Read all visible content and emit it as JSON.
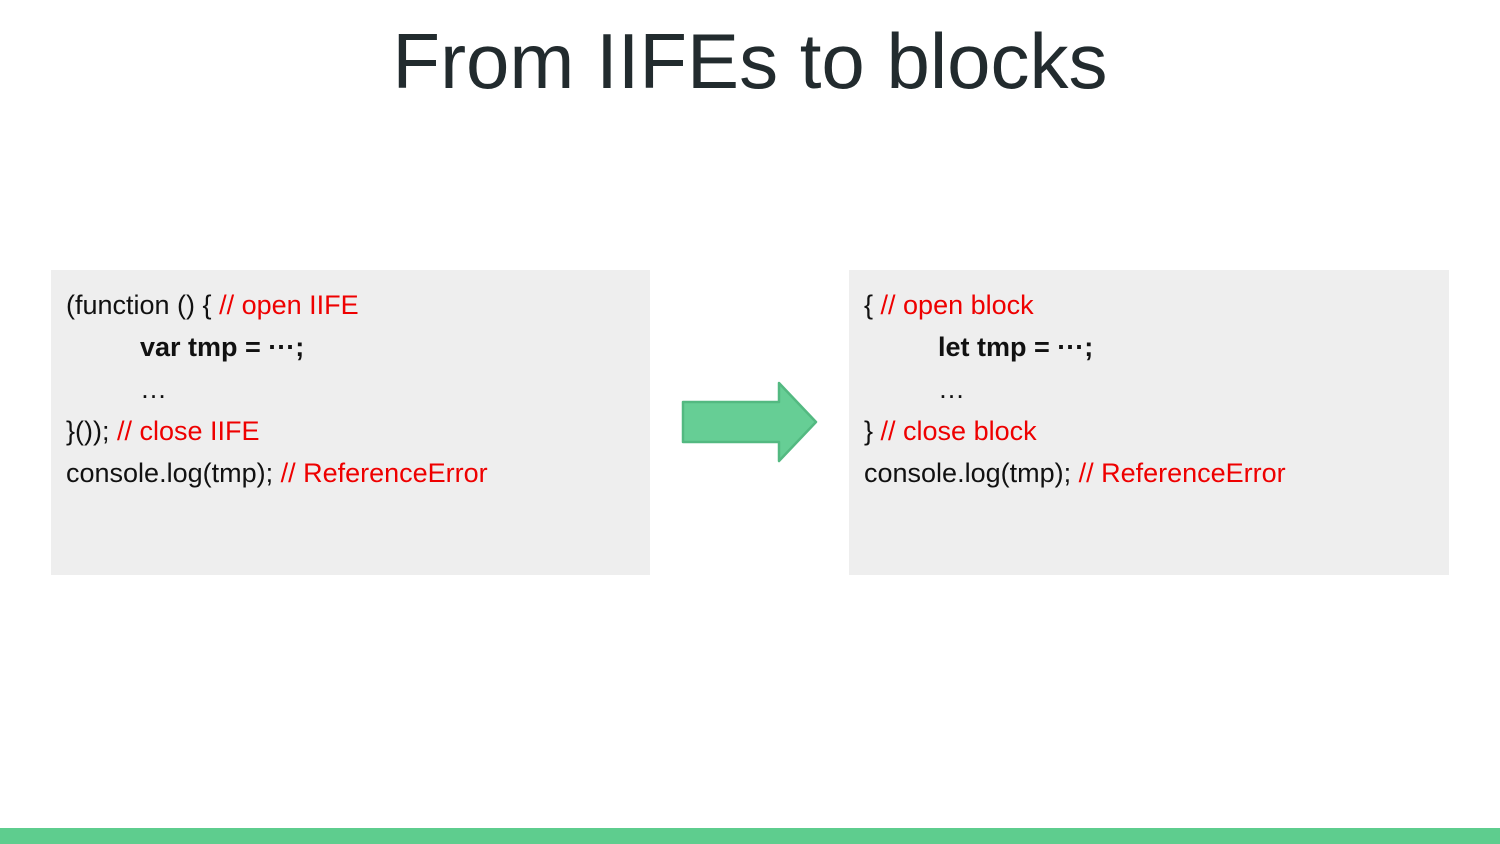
{
  "slide": {
    "title": "From IIFEs to blocks"
  },
  "colors": {
    "accent_green": "#5ecd8e",
    "arrow_fill": "#66ce95",
    "arrow_border": "#53b981",
    "code_bg": "#eeeeee",
    "comment_red": "#ee0000",
    "code_black": "#111111",
    "title_color": "#222b2e"
  },
  "icons": {
    "transform_arrow": "right-arrow"
  },
  "panels": {
    "iife": {
      "lines": [
        {
          "code": "(function () { ",
          "comment": "// open IIFE"
        },
        {
          "code": "var tmp = ···;"
        },
        {
          "code": "…"
        },
        {
          "code": "}()); ",
          "comment": "// close IIFE"
        },
        {
          "code": "console.log(tmp); ",
          "comment": "// ReferenceError"
        }
      ]
    },
    "block": {
      "lines": [
        {
          "code": "{ ",
          "comment": "// open block"
        },
        {
          "code": "let tmp = ···;"
        },
        {
          "code": "…"
        },
        {
          "code": "} ",
          "comment": "// close block"
        },
        {
          "code": "console.log(tmp); ",
          "comment": "// ReferenceError"
        }
      ]
    }
  }
}
